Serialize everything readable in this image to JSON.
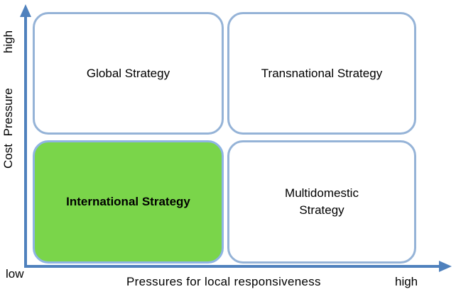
{
  "quadrants": {
    "top_left": "Global Strategy",
    "top_right": "Transnational Strategy",
    "bottom_left": "International Strategy",
    "bottom_right": "Multidomestic Strategy"
  },
  "y_axis": {
    "title": "Cost  Pressure",
    "high": "high"
  },
  "x_axis": {
    "low": "low",
    "title": "Pressures for local responsiveness",
    "high": "high"
  },
  "colors": {
    "axis": "#4f81bd",
    "box_border": "#95b3d7",
    "highlight_fill": "#7ad54a",
    "highlight_border": "#8eb4e3"
  }
}
